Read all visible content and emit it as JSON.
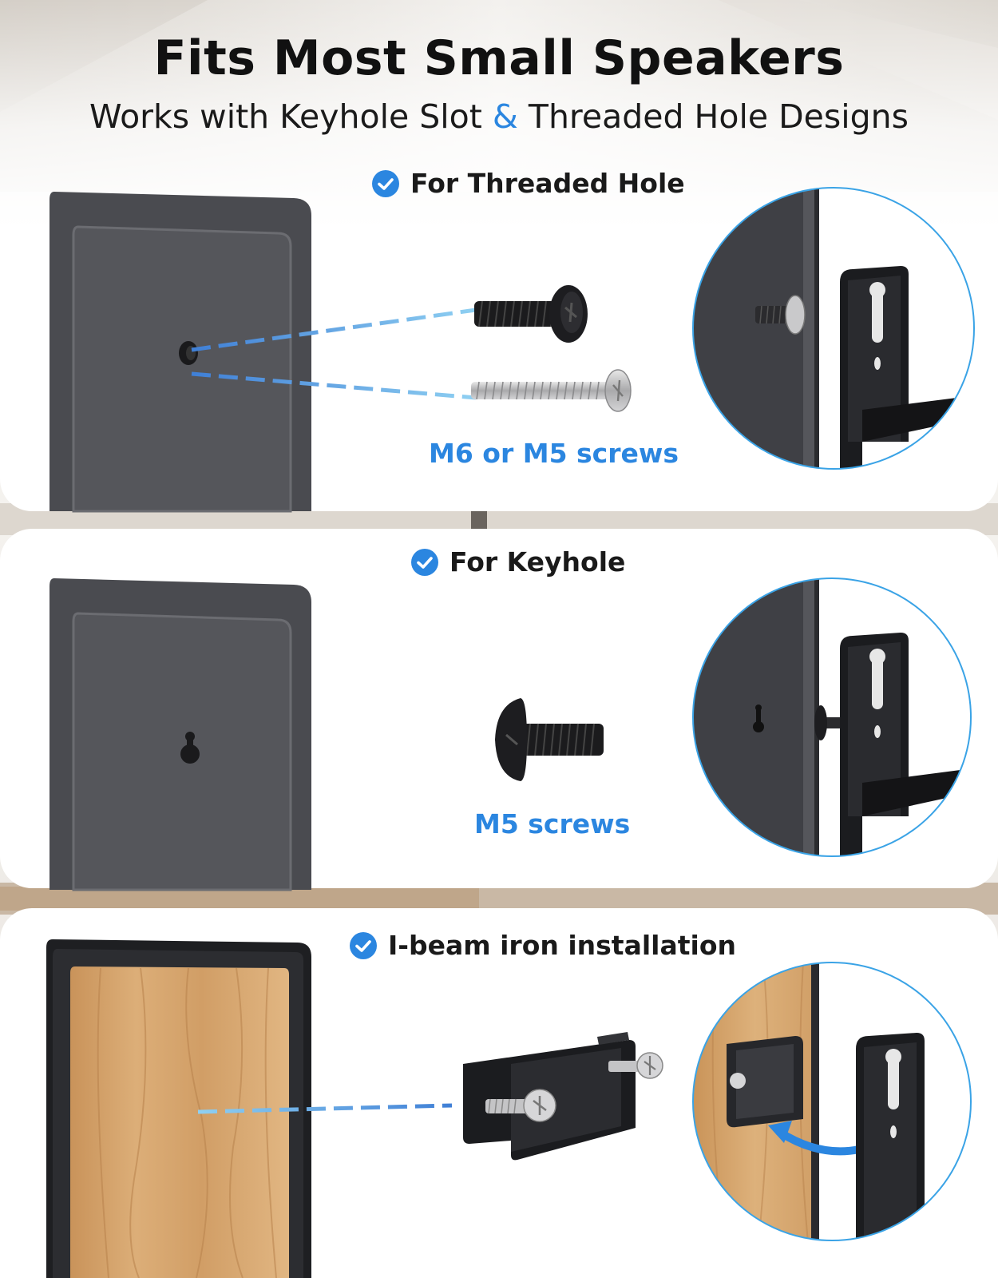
{
  "header": {
    "title": "Fits Most Small Speakers",
    "subtitle_part1": "Works with Keyhole Slot",
    "subtitle_amp": "&",
    "subtitle_part2": "Threaded Hole Designs"
  },
  "sections": [
    {
      "label": "For Threaded Hole",
      "caption": "M6 or M5 screws"
    },
    {
      "label": "For Keyhole",
      "caption": "M5 screws"
    },
    {
      "label": "I-beam iron installation",
      "caption": ""
    }
  ],
  "colors": {
    "accent": "#2b86e0",
    "speaker": "#4a4b50",
    "bracket": "#1b1c1f",
    "wood": "#d7a66e"
  }
}
